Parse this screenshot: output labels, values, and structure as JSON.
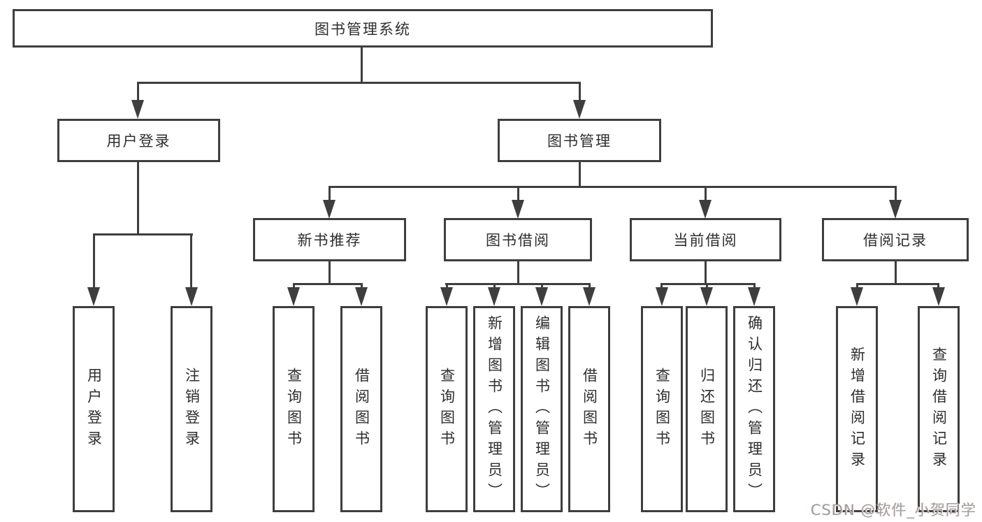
{
  "tree": {
    "root": {
      "label": "图书管理系统",
      "children": [
        {
          "label": "用户登录",
          "children": [
            {
              "label": "用户登录"
            },
            {
              "label": "注销登录"
            }
          ]
        },
        {
          "label": "图书管理",
          "children": [
            {
              "label": "新书推荐",
              "children": [
                {
                  "label": "查询图书"
                },
                {
                  "label": "借阅图书"
                }
              ]
            },
            {
              "label": "图书借阅",
              "children": [
                {
                  "label": "查询图书"
                },
                {
                  "label": "新增图书（管理员）"
                },
                {
                  "label": "编辑图书（管理员）"
                },
                {
                  "label": "借阅图书"
                }
              ]
            },
            {
              "label": "当前借阅",
              "children": [
                {
                  "label": "查询图书"
                },
                {
                  "label": "归还图书"
                },
                {
                  "label": "确认归还（管理员）"
                }
              ]
            },
            {
              "label": "借阅记录",
              "children": [
                {
                  "label": "新增借阅记录"
                },
                {
                  "label": "查询借阅记录"
                }
              ]
            }
          ]
        }
      ]
    }
  },
  "watermark": {
    "text": "CSDN @软件_小贺同学",
    "color": "#9f9f9f"
  },
  "colors": {
    "line": "#3e3e3e",
    "box_border": "#3e3e3e",
    "label_text": "#2e2e2e",
    "background": "#ffffff"
  }
}
